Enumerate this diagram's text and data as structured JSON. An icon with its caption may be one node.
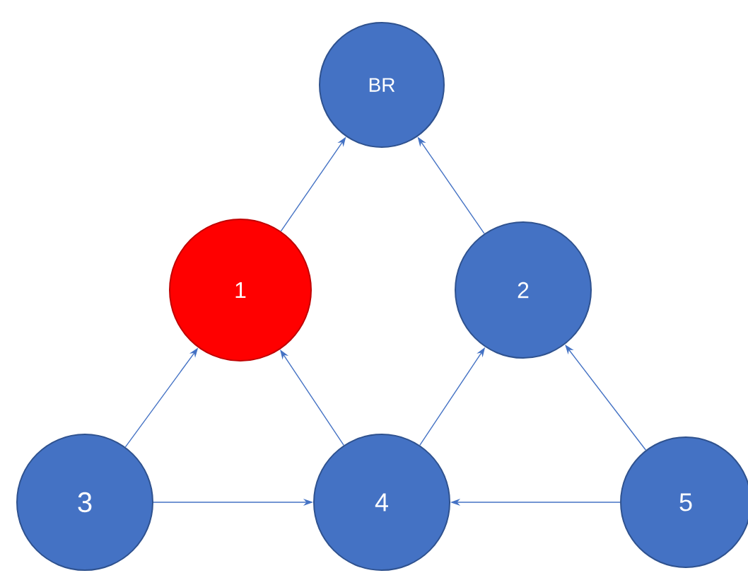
{
  "diagram": {
    "nodes": [
      {
        "text": [
          "BR"
        ]
      },
      {
        "text": [
          "1"
        ]
      },
      {
        "text": [
          "2"
        ]
      },
      {
        "text": [
          "3"
        ]
      },
      {
        "text": [
          "4"
        ]
      },
      {
        "text": [
          "5"
        ]
      }
    ],
    "edges": [
      {
        "from": 1,
        "to": 0,
        "arrow": "to"
      },
      {
        "from": 2,
        "to": 0,
        "arrow": "to"
      },
      {
        "from": 3,
        "to": 1,
        "arrow": "to"
      },
      {
        "from": 4,
        "to": 1,
        "arrow": "to"
      },
      {
        "from": 4,
        "to": 2,
        "arrow": "to"
      },
      {
        "from": 3,
        "to": 4,
        "arrow": "to"
      },
      {
        "from": 5,
        "to": 4,
        "arrow": "to"
      },
      {
        "from": 5,
        "to": 2,
        "arrow": "to"
      }
    ]
  }
}
